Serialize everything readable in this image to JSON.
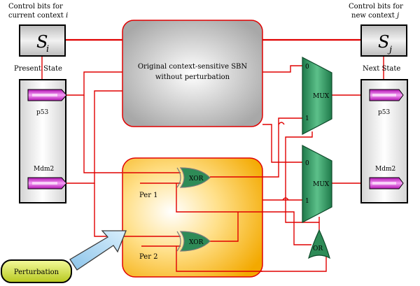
{
  "header": {
    "left_caption": "Control bits for\ncurrent context i",
    "right_caption": "Control bits for\nnew context j"
  },
  "context_boxes": {
    "current": {
      "symbol": "S",
      "subscript": "i"
    },
    "new": {
      "symbol": "S",
      "subscript": "j"
    }
  },
  "sbn": {
    "line1": "Original context-sensitive SBN",
    "line2": "without perturbation"
  },
  "present_state": {
    "title": "Present State",
    "genes": [
      "p53",
      "Mdm2"
    ]
  },
  "next_state": {
    "title": "Next State",
    "genes": [
      "p53",
      "Mdm2"
    ]
  },
  "perturbation_block": {
    "per_labels": [
      "Per 1",
      "Per 2"
    ],
    "xor_label": "XOR"
  },
  "mux": {
    "label": "MUX",
    "input0": "0",
    "input1": "1"
  },
  "or_gate": {
    "label": "OR"
  },
  "perturbation_button": {
    "label": "Perturbation"
  },
  "colors": {
    "wire": "#e00000",
    "mux_fill": "#2e8b57",
    "gene_fill": "#e040e0",
    "perturb_fill": "#f5b400",
    "perturb_btn": "#d8e640",
    "arrow": "#a8d4f0"
  }
}
